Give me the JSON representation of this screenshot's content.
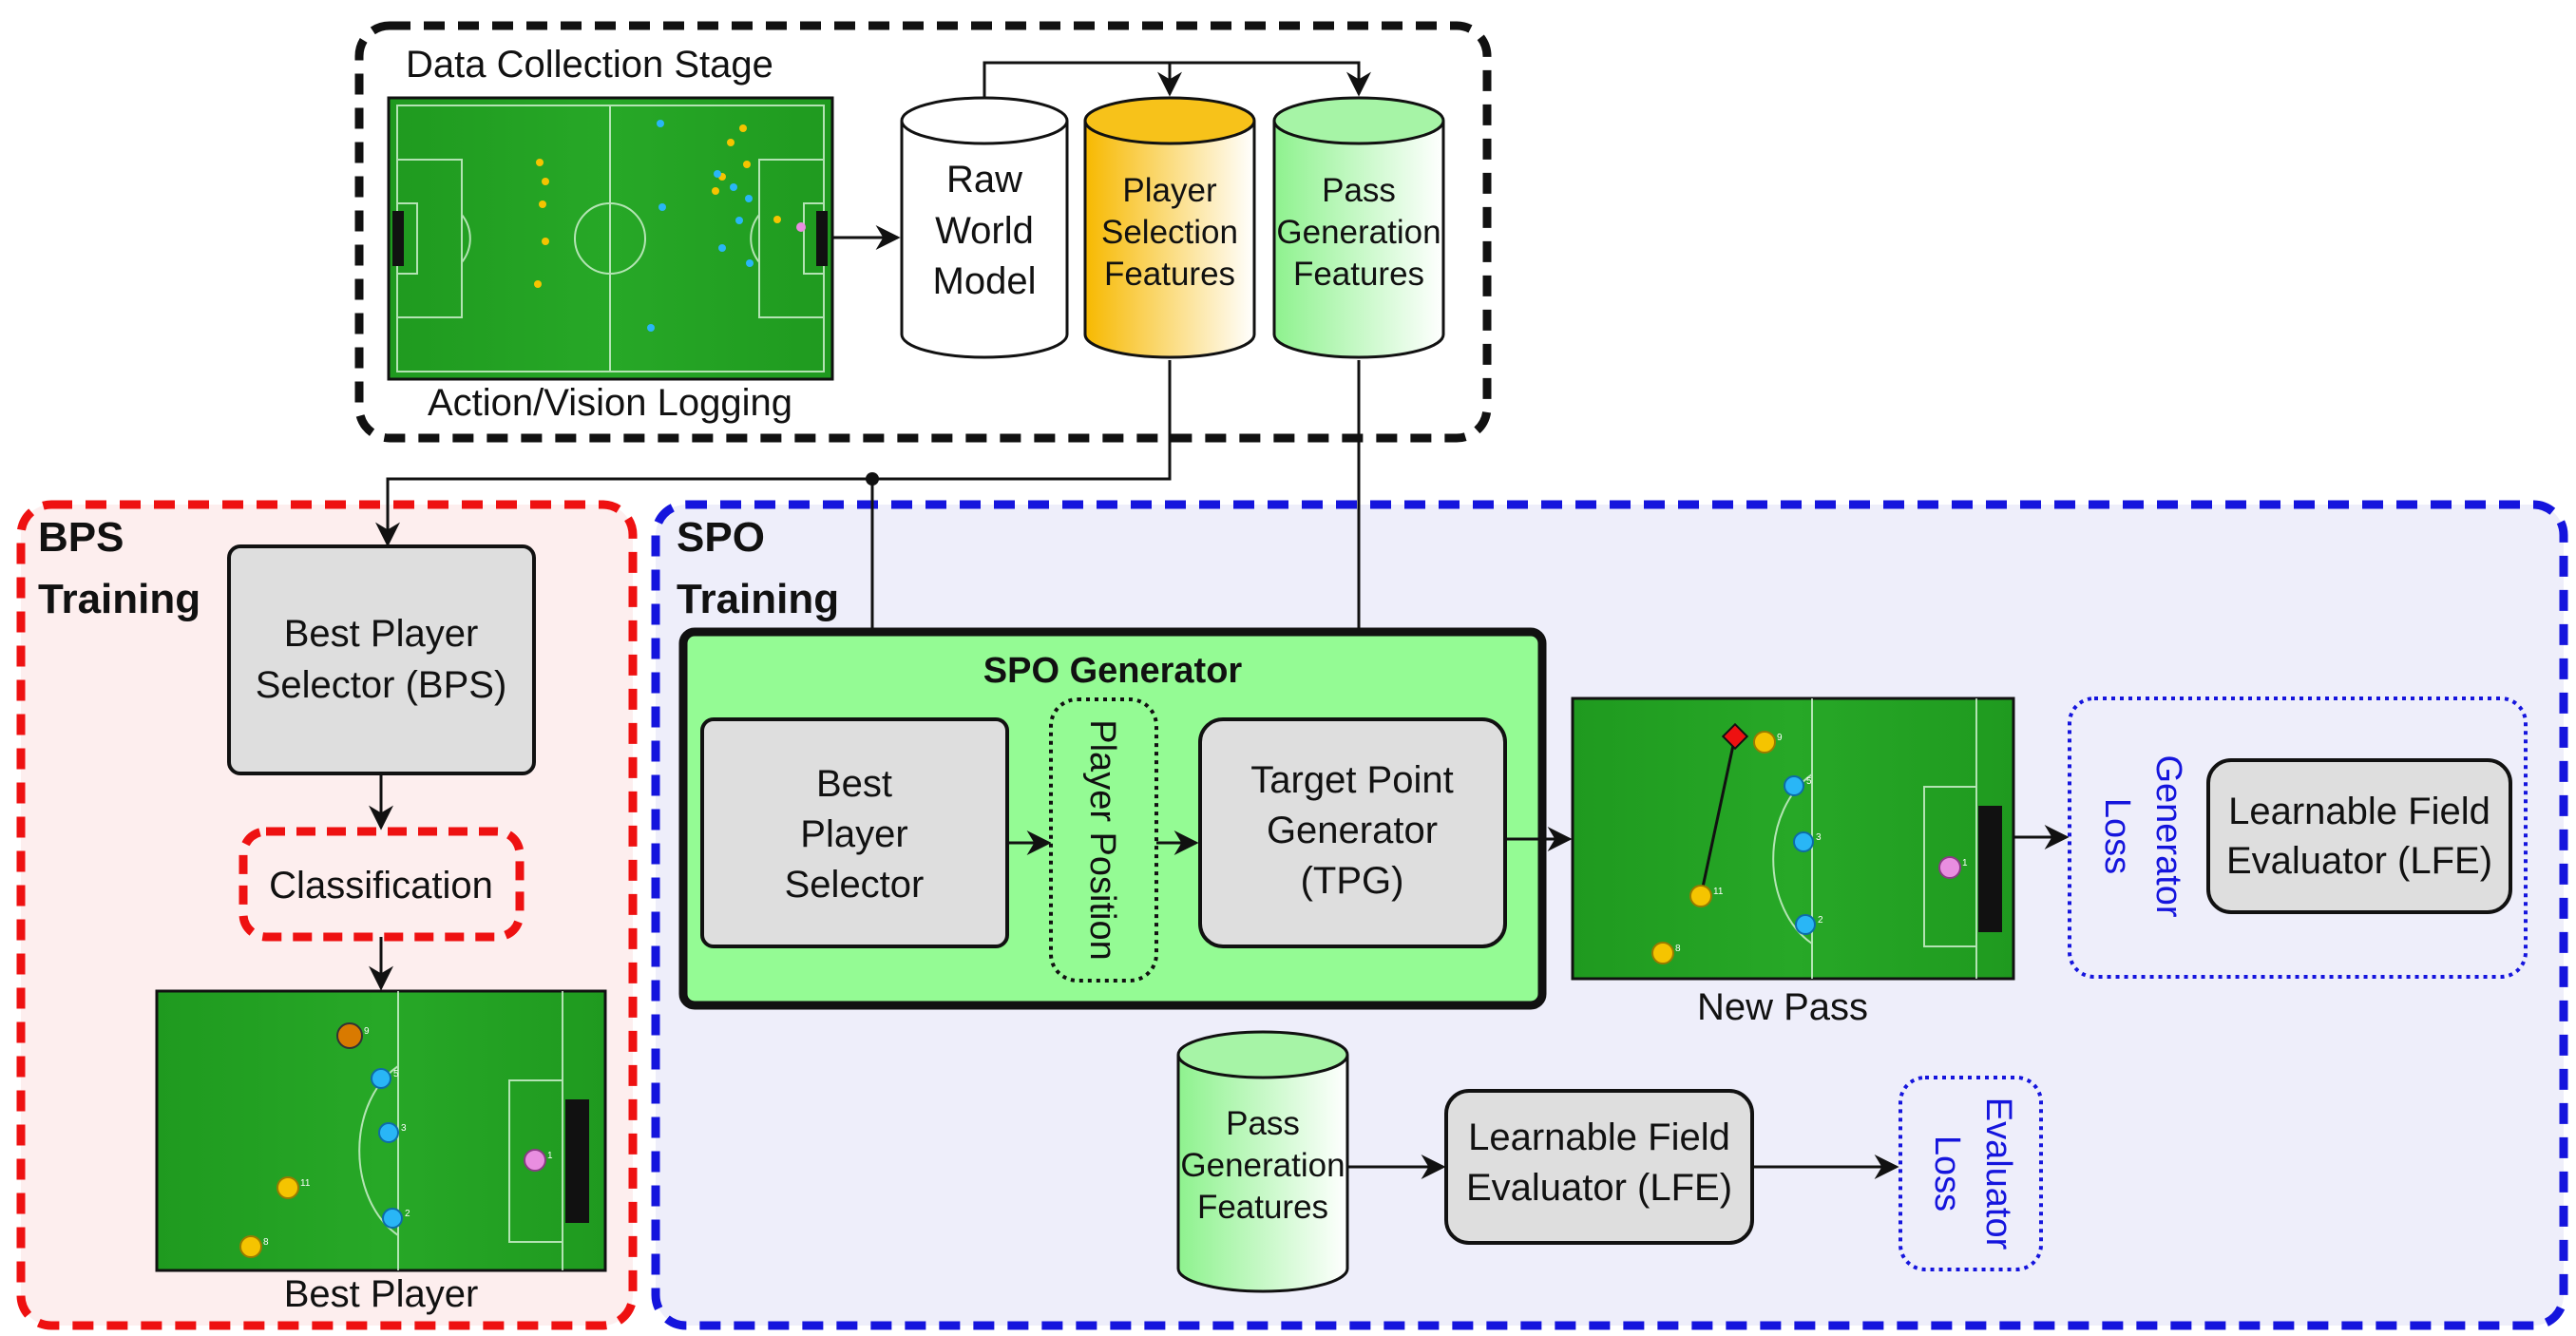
{
  "data_collection": {
    "title": "Data Collection Stage",
    "logging_label": "Action/Vision Logging",
    "db_raw": [
      "Raw",
      "World",
      "Model"
    ],
    "db_player": [
      "Player",
      "Selection",
      "Features"
    ],
    "db_pass": [
      "Pass",
      "Generation",
      "Features"
    ]
  },
  "bps": {
    "title_line1": "BPS",
    "title_line2": "Training",
    "selector": [
      "Best Player",
      "Selector (BPS)"
    ],
    "classification": "Classification",
    "field_caption": "Best Player"
  },
  "spo": {
    "title_line1": "SPO",
    "title_line2": "Training",
    "generator_title": "SPO Generator",
    "best_player_selector": [
      "Best",
      "Player",
      "Selector"
    ],
    "player_position": "Player Position",
    "tpg": [
      "Target Point",
      "Generator",
      "(TPG)"
    ],
    "new_pass_caption": "New Pass",
    "generator_loss": [
      "Generator",
      "Loss"
    ],
    "lfe_top": [
      "Learnable Field",
      "Evaluator (LFE)"
    ],
    "db_pass": [
      "Pass",
      "Generation",
      "Features"
    ],
    "lfe_bottom": [
      "Learnable Field",
      "Evaluator (LFE)"
    ],
    "evaluator_loss": [
      "Evaluator",
      "Loss"
    ]
  },
  "field_player_numbers": {
    "best_player": [
      "9",
      "5",
      "3",
      "11",
      "2",
      "8",
      "1"
    ],
    "new_pass": [
      "9",
      "5",
      "3",
      "11",
      "2",
      "8",
      "1"
    ]
  },
  "colors": {
    "black_border": "#111111",
    "red_border": "#ee1111",
    "red_fill": "#fdeeee",
    "blue_border": "#1515dd",
    "blue_fill": "#eeeefa",
    "green_fill": "#94fb94",
    "grey_box": "#dedede",
    "field_green": "#22a022",
    "yellow_team": "#f5c400",
    "blue_team": "#29b6f6",
    "goalie": "#e98ee0",
    "loss_text": "#1515dd"
  }
}
